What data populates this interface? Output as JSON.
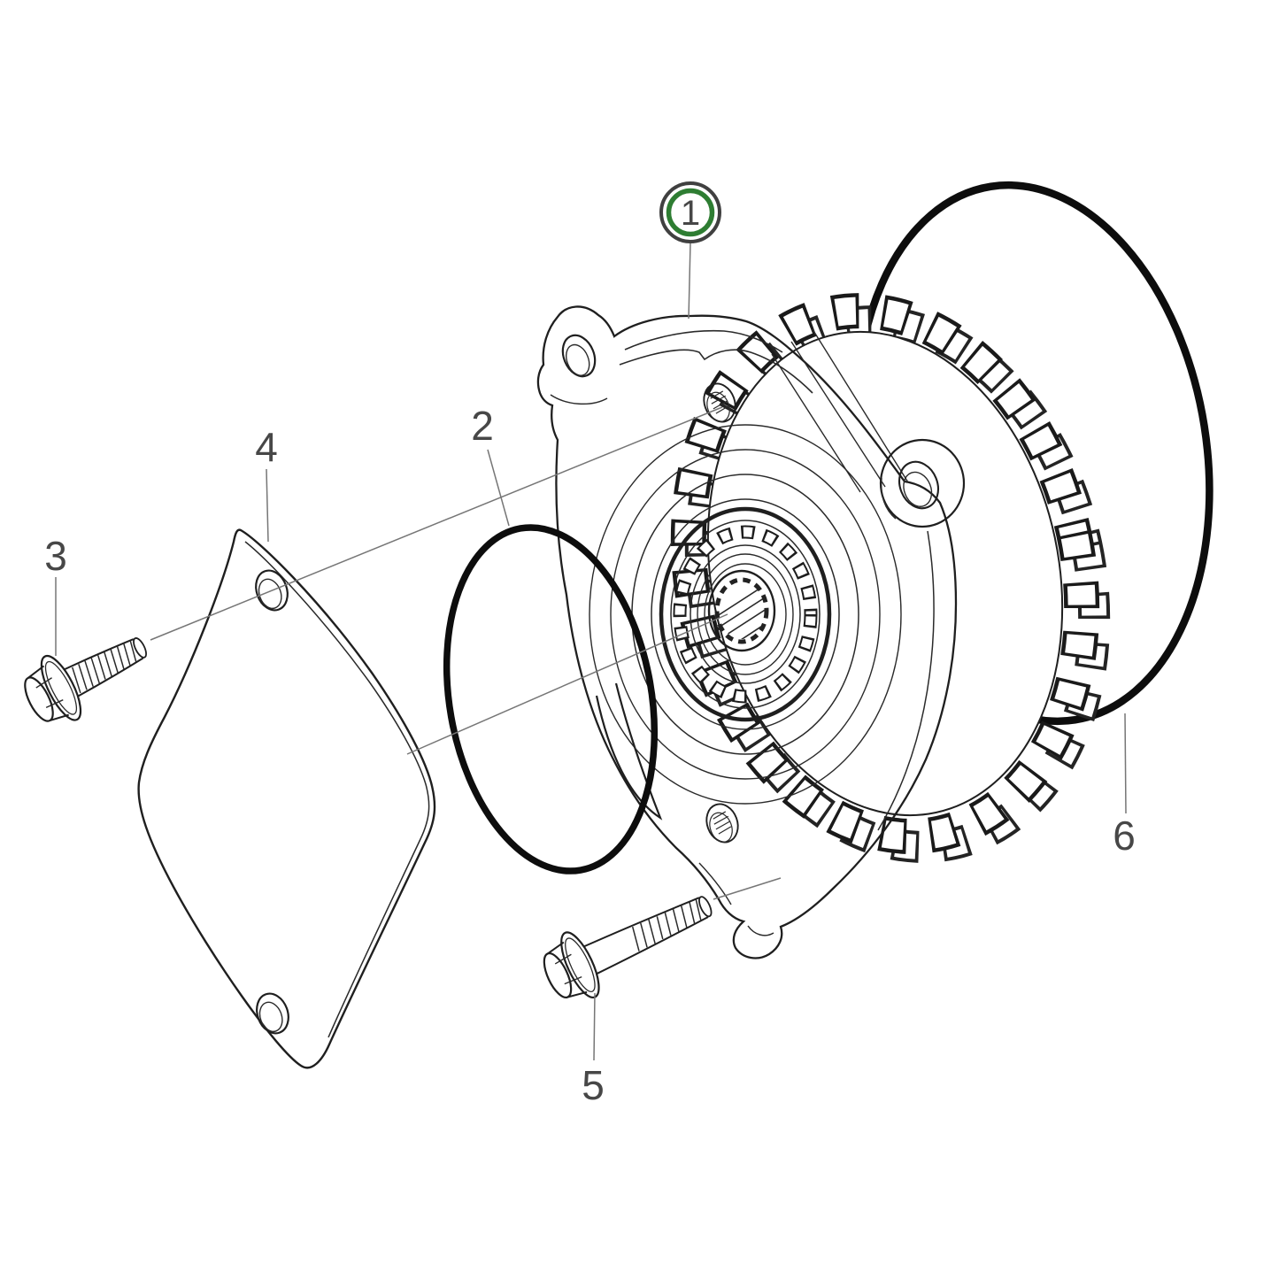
{
  "diagram": {
    "type": "exploded-parts-diagram",
    "background_color": "#ffffff",
    "line_color": "#1f1f1f",
    "leader_color": "#767676",
    "label_color": "#474747",
    "highlight_ring_color": "#2e7d32",
    "highlight_outer_ring_color": "#404040",
    "callouts": [
      {
        "label": "1",
        "circled": true
      },
      {
        "label": "2",
        "circled": false
      },
      {
        "label": "3",
        "circled": false
      },
      {
        "label": "4",
        "circled": false
      },
      {
        "label": "5",
        "circled": false
      },
      {
        "label": "6",
        "circled": false
      }
    ]
  }
}
